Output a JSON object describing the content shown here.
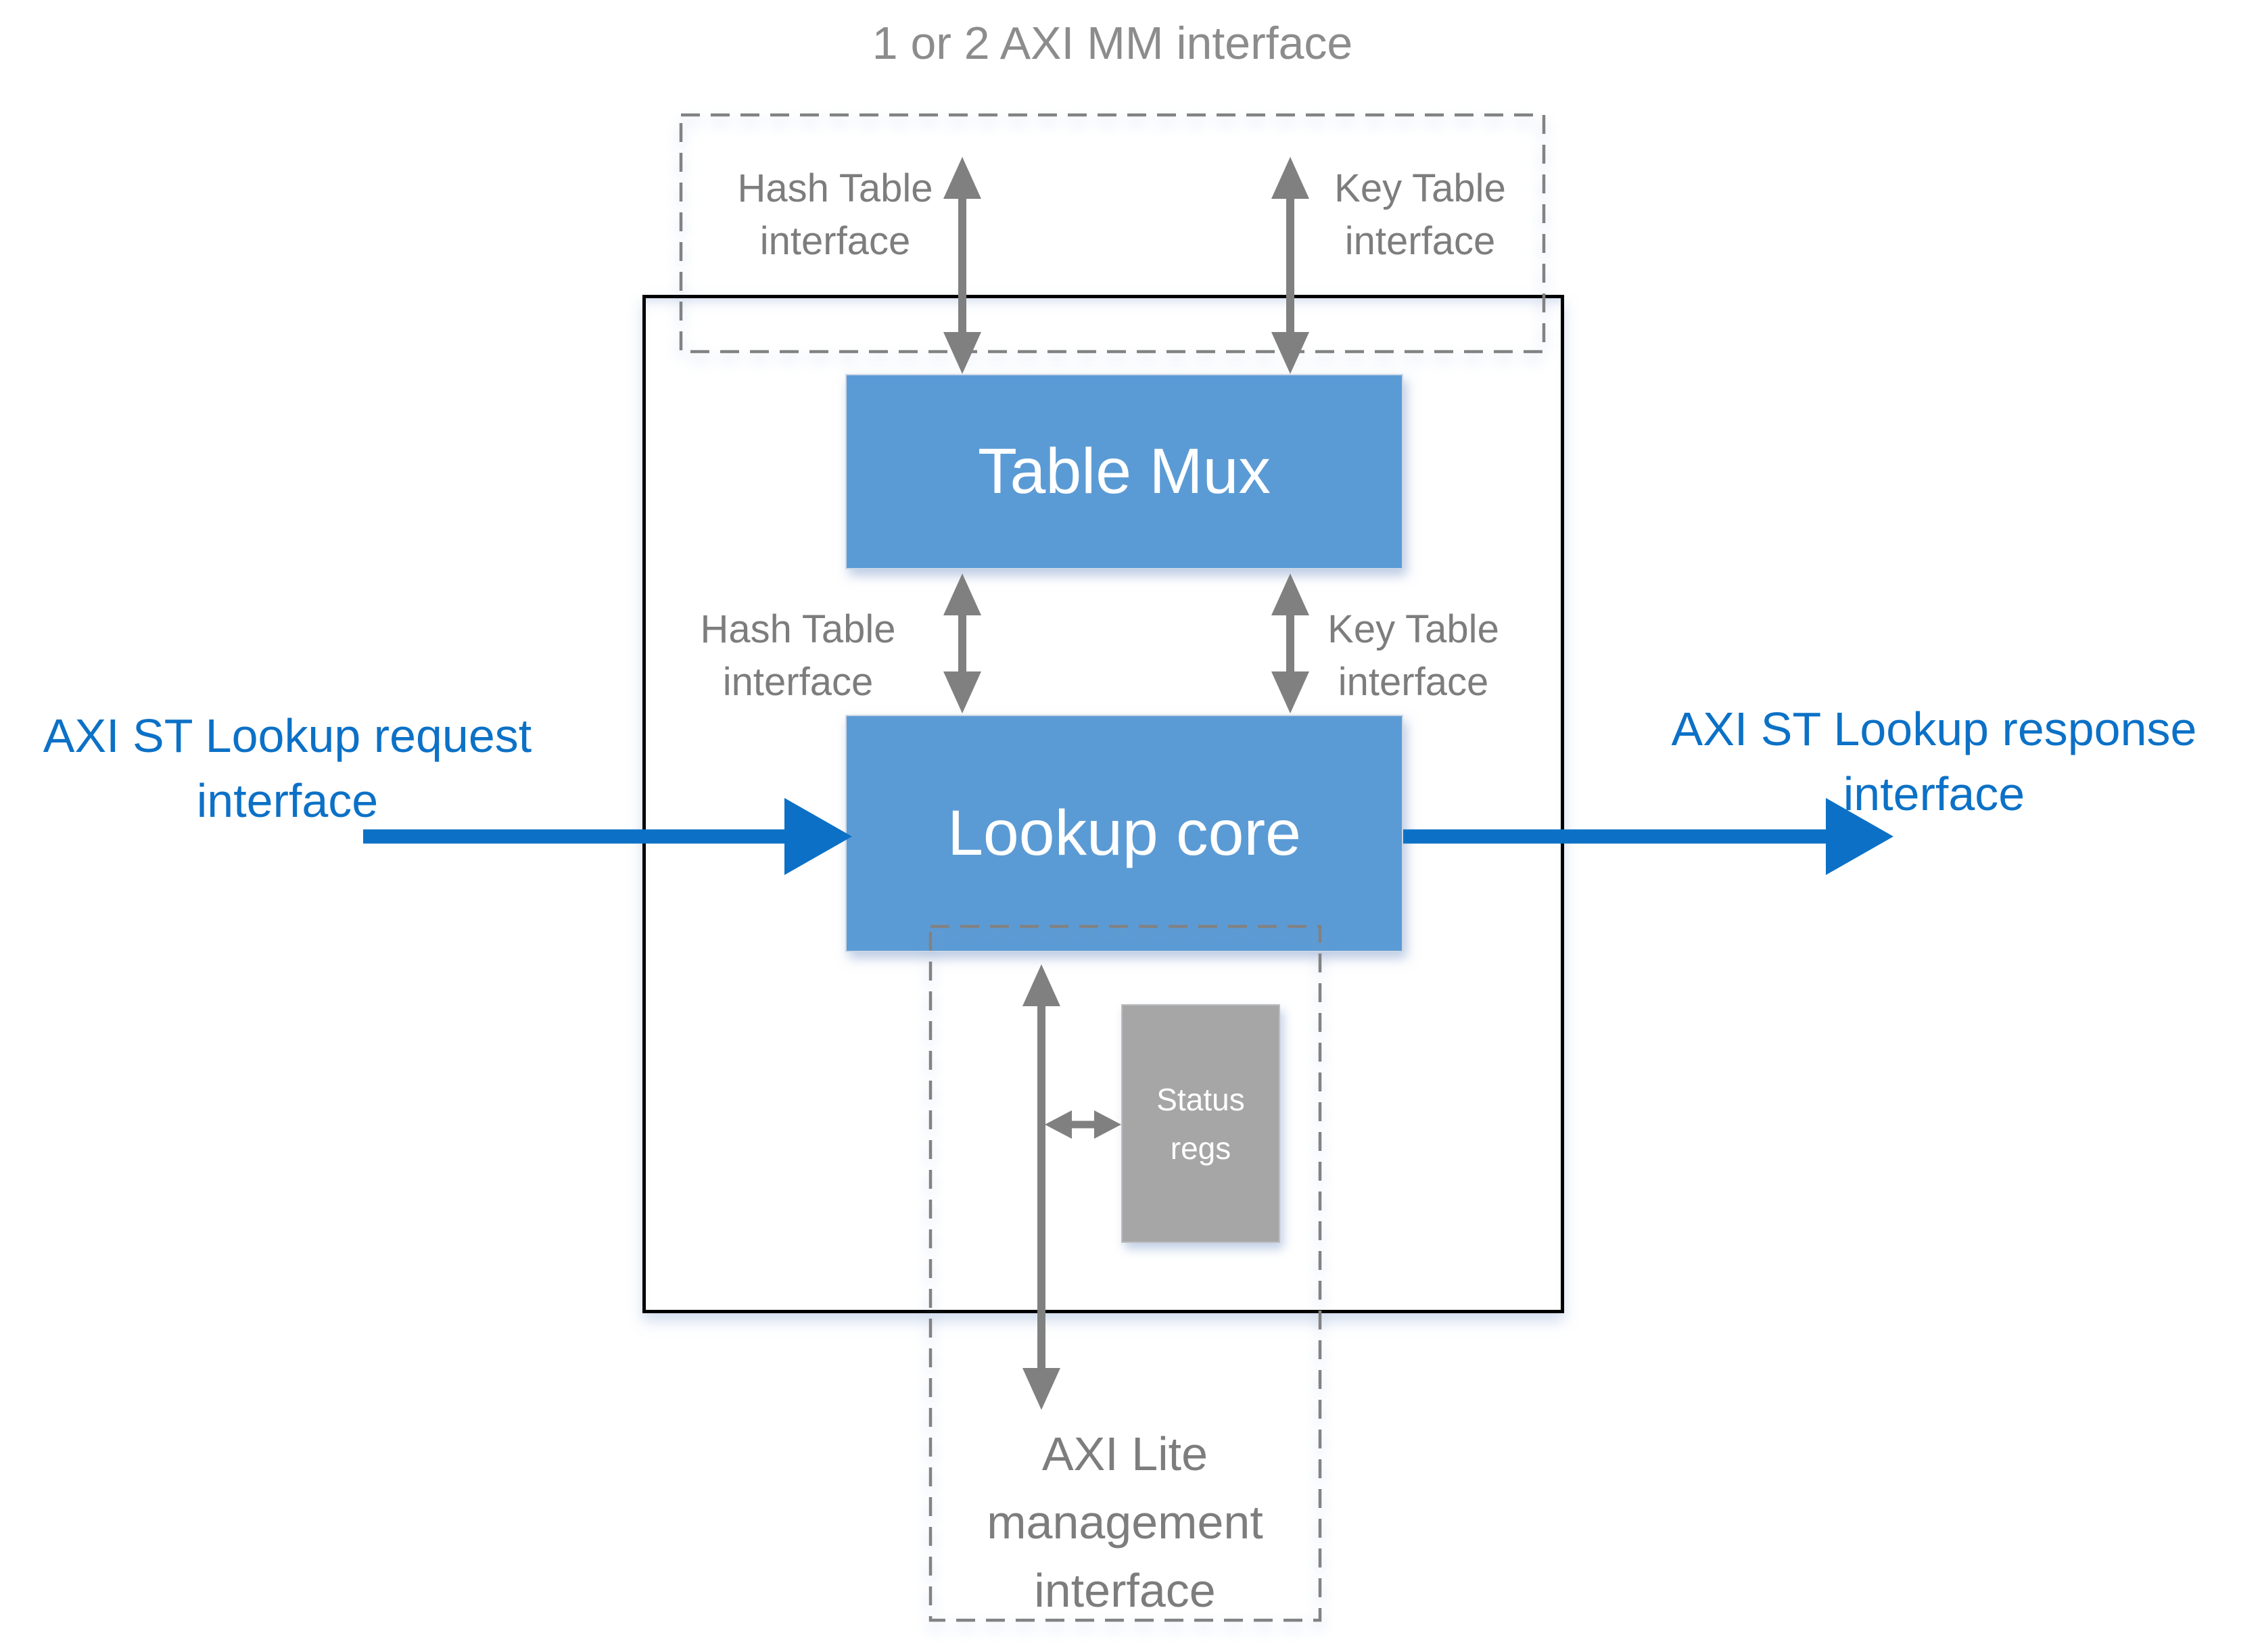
{
  "colors": {
    "box_blue": "#5B9BD5",
    "arrow_blue": "#0C71C6",
    "label_gray": "#7D7D7D",
    "arrow_gray": "#808080",
    "status_gray": "#A6A6A6",
    "border_black": "#000000",
    "title_gray": "#8C8C8C"
  },
  "title": "1 or 2 AXI MM interface",
  "top_interfaces": {
    "hash": {
      "line1": "Hash Table",
      "line2": "interface"
    },
    "key": {
      "line1": "Key Table",
      "line2": "interface"
    }
  },
  "mid_interfaces": {
    "hash": {
      "line1": "Hash Table",
      "line2": "interface"
    },
    "key": {
      "line1": "Key Table",
      "line2": "interface"
    }
  },
  "blocks": {
    "table_mux": "Table Mux",
    "lookup_core": "Lookup core",
    "status_regs": {
      "line1": "Status",
      "line2": "regs"
    }
  },
  "side_labels": {
    "request": {
      "line1": "AXI ST Lookup request",
      "line2": "interface"
    },
    "response": {
      "line1": "AXI ST Lookup response",
      "line2": "interface"
    }
  },
  "bottom_label": {
    "line1": "AXI Lite",
    "line2": "management",
    "line3": "interface"
  }
}
